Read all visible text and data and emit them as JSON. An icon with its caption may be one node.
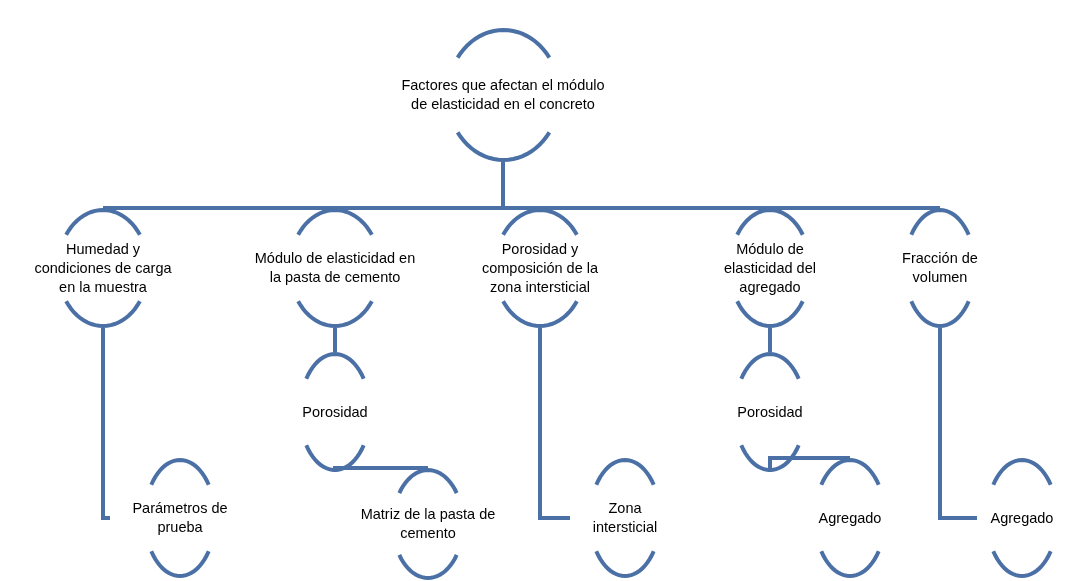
{
  "diagram": {
    "nodes": [
      {
        "text": [
          "Factores que afectan el módulo de elasticidad en el concreto"
        ]
      },
      {
        "text": [
          "Humedad y condiciones de carga en la muestra"
        ]
      },
      {
        "text": [
          "Módulo de elasticidad en la pasta de cemento"
        ]
      },
      {
        "text": [
          "Porosidad y composición de la zona intersticial"
        ]
      },
      {
        "text": [
          "Módulo de elasticidad del agregado"
        ]
      },
      {
        "text": [
          "Fracción de volumen"
        ]
      },
      {
        "text": [
          "Parámetros de prueba"
        ]
      },
      {
        "text": [
          "Porosidad"
        ]
      },
      {
        "text": [
          "Matriz de la pasta de cemento"
        ]
      },
      {
        "text": [
          "Zona intersticial"
        ]
      },
      {
        "text": [
          "Porosidad"
        ]
      },
      {
        "text": [
          "Agregado"
        ]
      },
      {
        "text": [
          "Agregado"
        ]
      }
    ],
    "edges": [
      {
        "from": 0,
        "to": 1,
        "arrow": "none"
      },
      {
        "from": 0,
        "to": 2,
        "arrow": "none"
      },
      {
        "from": 0,
        "to": 3,
        "arrow": "none"
      },
      {
        "from": 0,
        "to": 4,
        "arrow": "none"
      },
      {
        "from": 0,
        "to": 5,
        "arrow": "none"
      },
      {
        "from": 1,
        "to": 6,
        "arrow": "none"
      },
      {
        "from": 2,
        "to": 7,
        "arrow": "none"
      },
      {
        "from": 7,
        "to": 8,
        "arrow": "none"
      },
      {
        "from": 3,
        "to": 9,
        "arrow": "none"
      },
      {
        "from": 4,
        "to": 10,
        "arrow": "none"
      },
      {
        "from": 10,
        "to": 11,
        "arrow": "none"
      },
      {
        "from": 5,
        "to": 12,
        "arrow": "none"
      }
    ]
  }
}
